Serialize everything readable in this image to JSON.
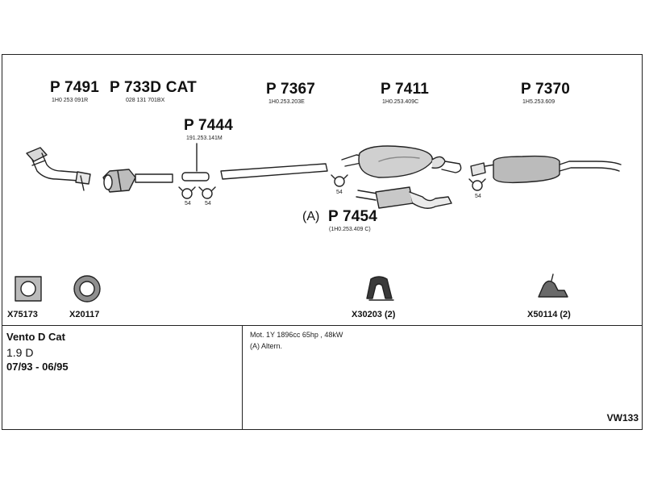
{
  "parts": {
    "p7491": {
      "number": "P 7491",
      "oem": "1H0 253 091R"
    },
    "p733d": {
      "number": "P 733D CAT",
      "oem": "028 131 701BX"
    },
    "p7444": {
      "number": "P 7444",
      "oem": "191.253.141M"
    },
    "p7367": {
      "number": "P 7367",
      "oem": "1H0.253.203E"
    },
    "p7411": {
      "number": "P 7411",
      "oem": "1H0.253.409C"
    },
    "p7370": {
      "number": "P 7370",
      "oem": "1H5.253.609"
    },
    "p7454": {
      "prefix": "(A)",
      "number": "P 7454",
      "oem": "(1H0.253.409 C)"
    }
  },
  "clamp_label": "54",
  "accessories": [
    {
      "code": "X75173"
    },
    {
      "code": "X20117"
    },
    {
      "code": "X30203 (2)"
    },
    {
      "code": "X50114 (2)"
    }
  ],
  "vehicle": {
    "name": "Vento D Cat",
    "engine": "1.9 D",
    "dates": "07/93 - 06/95"
  },
  "notes": {
    "line1": "Mot. 1Y 1896cc 65hp , 48kW",
    "line2": "(A) Altern."
  },
  "diagram_code": "VW133"
}
